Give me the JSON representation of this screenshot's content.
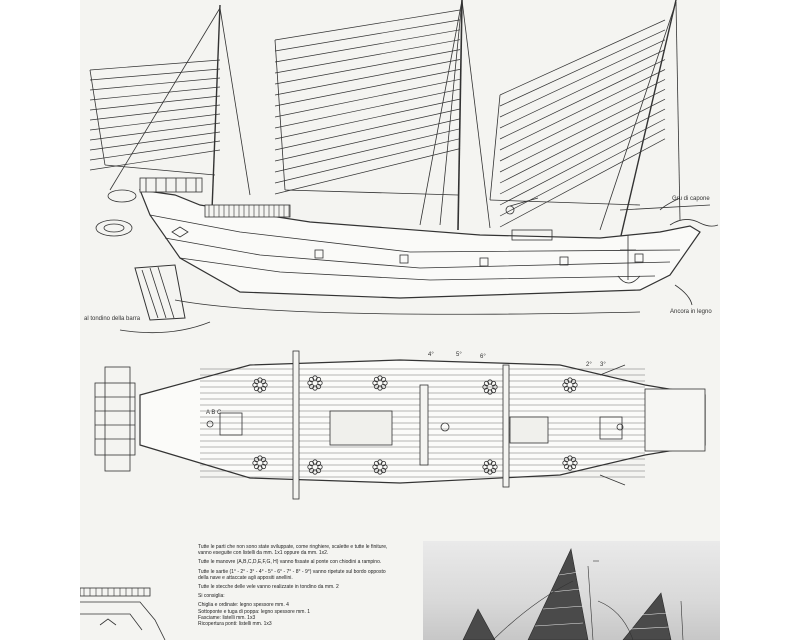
{
  "labels": {
    "rudder": "al tondino della barra",
    "anchor": "Ancora in legno",
    "bow_label": "Gru di capone",
    "deck_top_marks": [
      "4°",
      "5°",
      "6°"
    ],
    "deck_right_marks": [
      "2°",
      "3°"
    ],
    "letters": "A B C"
  },
  "notes": {
    "para1": "Tutte le parti che non sono state sviluppate, come ringhiere, scalette e tutte le finiture, vanno eseguite con listelli da mm. 1x1 oppure da mm. 1x2.",
    "para2": "Tutte le manovre (A,B,C,D,E,F,G, H) vanno fissate al ponte con chiodini a rampino.",
    "para3": "Tutte le sartie (1° - 2° - 3° - 4° - 5° - 6° - 7° - 8° - 9°) vanno ripetute sul bordo opposto della nave e attaccate agli appositi anellini.",
    "para4": "Tutte le stecche delle vele vanno realizzate in tondino da mm. 2",
    "heading": "Si consiglia:",
    "spec1": "Chiglia e ordinate: legno spessore mm. 4",
    "spec2": "Sottoponte e tuga di poppa: legno spessore mm. 1",
    "spec3": "Fasciame: listelli mm. 1x3",
    "spec4": "Ricopertura ponti: listelli mm. 1x3"
  },
  "colors": {
    "paper": "#f4f4f1",
    "ink": "#333333",
    "photo_sky": "#e2e2e2",
    "photo_sail": "#4a4a4a"
  }
}
